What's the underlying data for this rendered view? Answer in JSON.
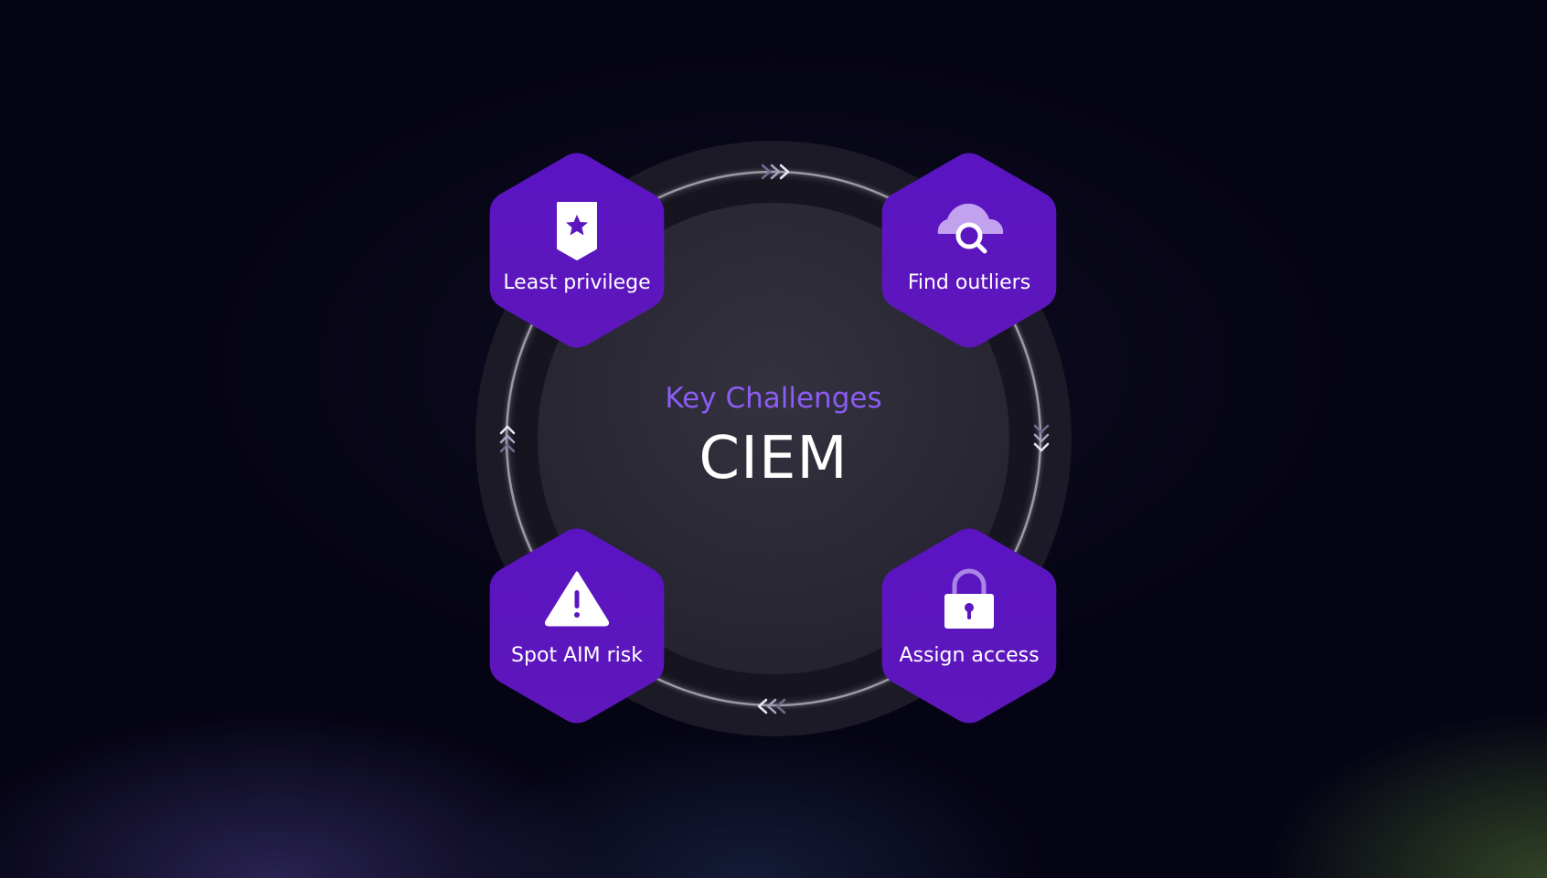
{
  "center": {
    "subtitle": "Key Challenges",
    "title": "CIEM"
  },
  "nodes": [
    {
      "label": "Least privilege",
      "icon": "shield-star-icon"
    },
    {
      "label": "Find outliers",
      "icon": "cloud-search-icon"
    },
    {
      "label": "Spot AIM risk",
      "icon": "warning-triangle-icon"
    },
    {
      "label": "Assign access",
      "icon": "padlock-icon"
    }
  ],
  "colors": {
    "background": "#050414",
    "hexagon": "#5b16bf",
    "accent": "#8b5cf6",
    "ring": "#2a2838",
    "center_disc": "#2b2937",
    "text": "#ffffff"
  }
}
